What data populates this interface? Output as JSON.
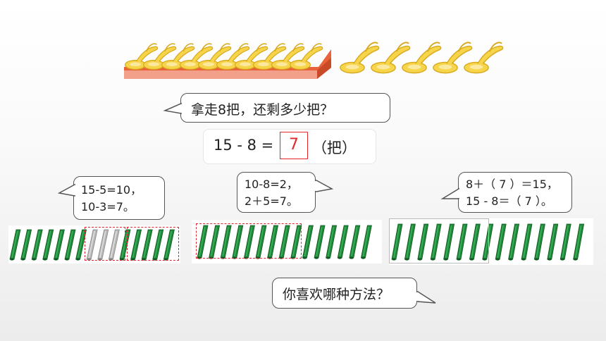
{
  "question": "拿走8把，还剩多少把？",
  "equation": {
    "left": "15 - 8 =",
    "answer": "7",
    "unit": "（把）"
  },
  "methods": [
    {
      "lines": [
        "15-5=10，",
        "10-3=7。"
      ]
    },
    {
      "lines": [
        "10-8=2，",
        "2＋5=7。"
      ]
    },
    {
      "lines": [
        "8＋（ 7 ）＝15，",
        "15 - 8＝（ 7 ）。"
      ]
    }
  ],
  "final_question": "你喜欢哪种方法？",
  "colors": {
    "stick_green": "#1f8a3a",
    "stick_gray": "#b8b8b8",
    "dash_red": "#e3262b",
    "tray_orange": "#e8623a",
    "brush_yellow": "#f6d54a"
  },
  "counts": {
    "brushes_in_tray": 10,
    "brushes_loose": 5,
    "sticks_per_method": 15
  }
}
